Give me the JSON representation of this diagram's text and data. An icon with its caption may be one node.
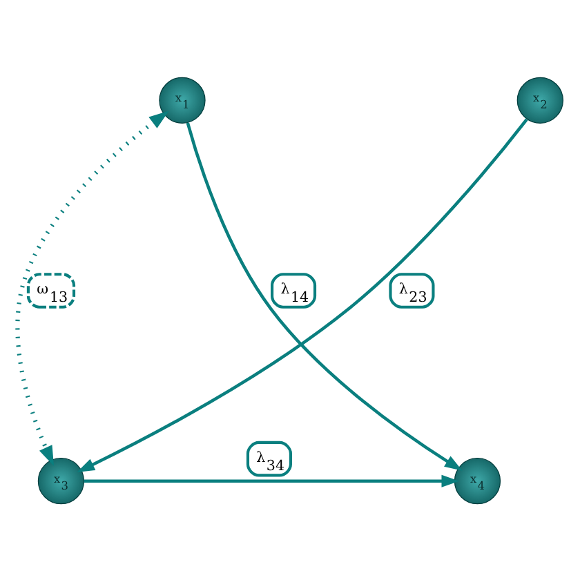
{
  "diagram": {
    "nodes": [
      {
        "text": [
          "x$_{1}$"
        ]
      },
      {
        "text": [
          "x$_{2}$"
        ]
      },
      {
        "text": [
          "x$_{3}$"
        ]
      },
      {
        "text": [
          "x$_{4}$"
        ]
      }
    ],
    "edges": [
      {
        "from": 0,
        "to": 3,
        "arrow": "to",
        "label": "λ$_{14}$"
      },
      {
        "from": 1,
        "to": 2,
        "arrow": "to",
        "label": "λ$_{23}$"
      },
      {
        "from": 0,
        "to": 2,
        "arrow": "both",
        "label": "ω$_{13}$",
        "style": "dashed"
      },
      {
        "from": 2,
        "to": 3,
        "arrow": "to",
        "label": "λ$_{34}$"
      }
    ]
  }
}
